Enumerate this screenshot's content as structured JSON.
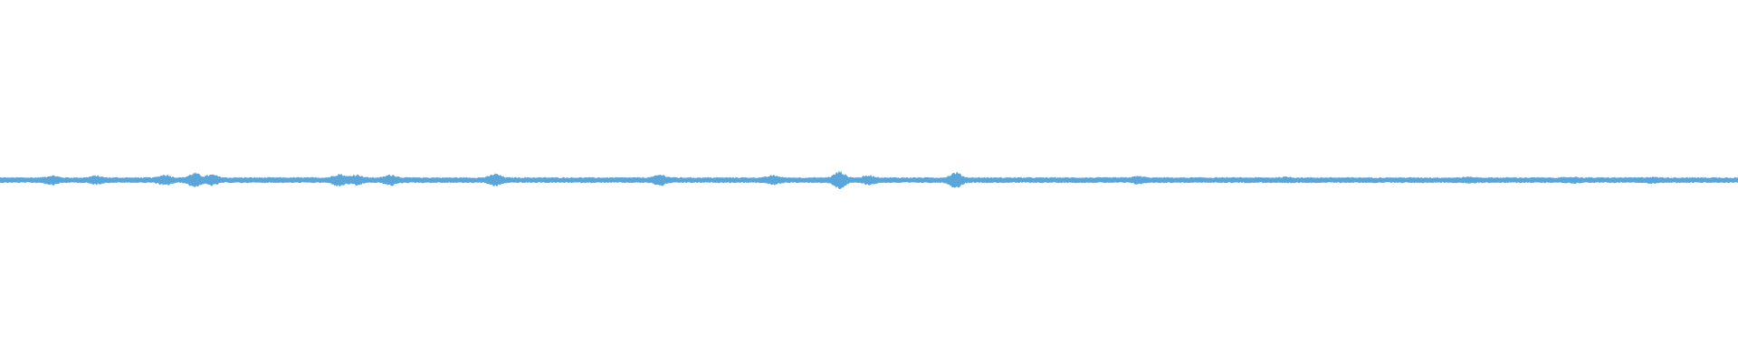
{
  "colors": {
    "background": "#ffffff",
    "waveform": "#5aa6da"
  },
  "chart_data": {
    "type": "area",
    "title": "",
    "xlabel": "",
    "ylabel": "",
    "grid": false,
    "legend": "none",
    "description_of_axes": "none printed",
    "x_range": [
      0,
      1
    ],
    "y_range": [
      -1,
      1
    ],
    "baseline_amplitude": 0.015,
    "bursts": [
      {
        "x": 0.03,
        "amp": 0.03
      },
      {
        "x": 0.055,
        "amp": 0.028
      },
      {
        "x": 0.095,
        "amp": 0.035
      },
      {
        "x": 0.112,
        "amp": 0.045
      },
      {
        "x": 0.122,
        "amp": 0.035
      },
      {
        "x": 0.195,
        "amp": 0.04
      },
      {
        "x": 0.205,
        "amp": 0.035
      },
      {
        "x": 0.225,
        "amp": 0.035
      },
      {
        "x": 0.285,
        "amp": 0.04
      },
      {
        "x": 0.38,
        "amp": 0.035
      },
      {
        "x": 0.445,
        "amp": 0.03
      },
      {
        "x": 0.483,
        "amp": 0.055
      },
      {
        "x": 0.5,
        "amp": 0.03
      },
      {
        "x": 0.55,
        "amp": 0.05
      },
      {
        "x": 0.655,
        "amp": 0.025
      },
      {
        "x": 0.74,
        "amp": 0.02
      },
      {
        "x": 0.845,
        "amp": 0.02
      },
      {
        "x": 0.905,
        "amp": 0.02
      },
      {
        "x": 0.95,
        "amp": 0.02
      }
    ]
  }
}
